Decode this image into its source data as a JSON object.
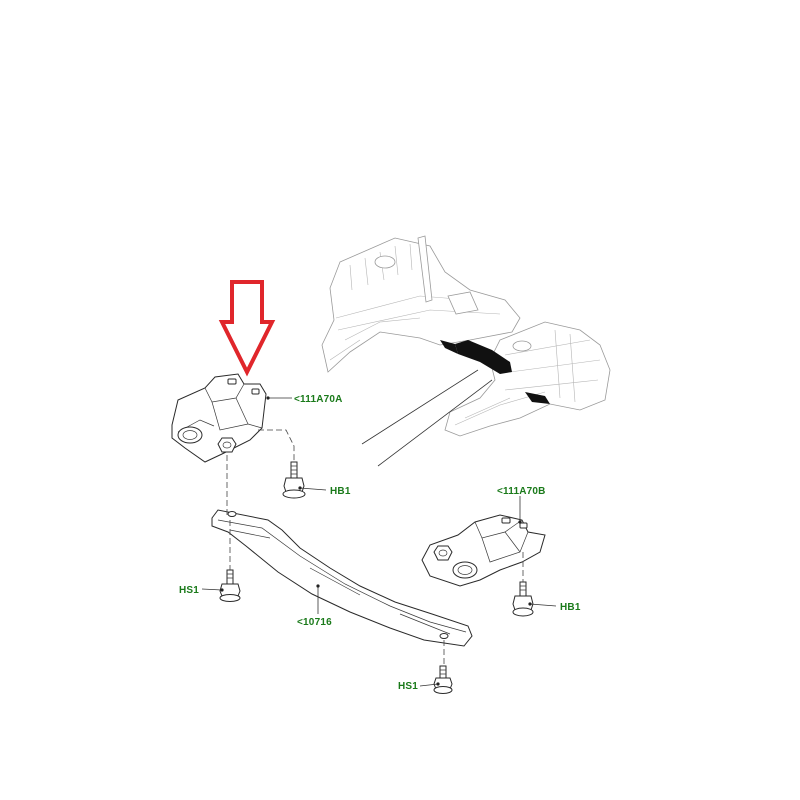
{
  "diagram": {
    "callout_color": "#1a7a1a",
    "arrow_color": "#e0262b",
    "callouts": {
      "bracket_left": "<111A70A",
      "bracket_right": "<111A70B",
      "crossmember": "<10716",
      "bolt_hb1_left": "HB1",
      "bolt_hb1_right": "HB1",
      "bolt_hs1_left": "HS1",
      "bolt_hs1_bottom": "HS1"
    }
  }
}
